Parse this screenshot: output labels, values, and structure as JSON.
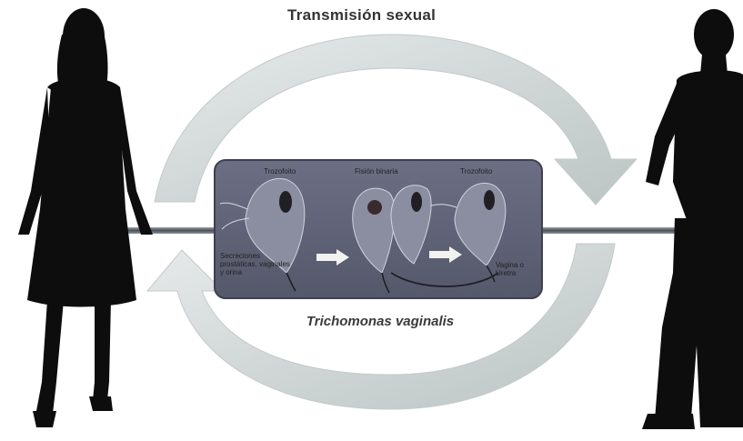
{
  "title": "Transmisión sexual",
  "subtitle": "Trichomonas vaginalis",
  "stages": {
    "trofozoito_left": "Trozofoito",
    "fision": "Fisión binaria",
    "trofozoito_right": "Trozofoito"
  },
  "labels": {
    "secreciones": "Secreciones prostáticas, vaginales y orina",
    "vagina": "Vagina o Uretra"
  },
  "colors": {
    "cycle_arrow": "#cfd6d6",
    "panel": "#5f6175",
    "silhouette": "#0d0d0d"
  }
}
